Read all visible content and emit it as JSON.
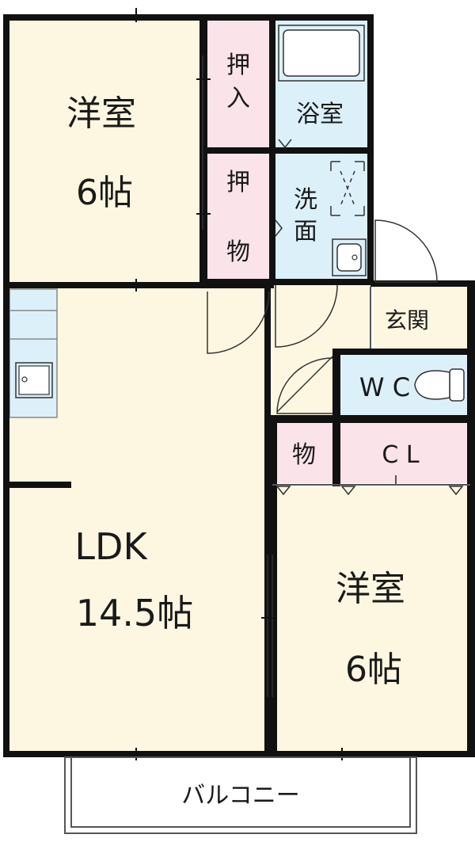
{
  "rooms": {
    "western_room_north": {
      "name": "洋室",
      "size": "6帖"
    },
    "oshiire_upper": {
      "line1": "押",
      "line2": "入"
    },
    "oshiire_lower": {
      "line1": "押",
      "line2": "物"
    },
    "bathroom": {
      "name": "浴室"
    },
    "washroom": {
      "line1": "洗",
      "line2": "面"
    },
    "entrance": {
      "name": "玄関"
    },
    "wc": {
      "name": "W C"
    },
    "storage": {
      "name": "物"
    },
    "closet": {
      "name": "C L"
    },
    "ldk": {
      "name": "LDK",
      "size": "14.5帖"
    },
    "western_room_south": {
      "name": "洋室",
      "size": "6帖"
    },
    "balcony": {
      "name": "バルコニー"
    }
  },
  "colors": {
    "room_fill": "#fdf7e1",
    "storage_fill": "#fbe3ea",
    "wet_fill": "#dcf0fa",
    "wall": "#111111"
  }
}
